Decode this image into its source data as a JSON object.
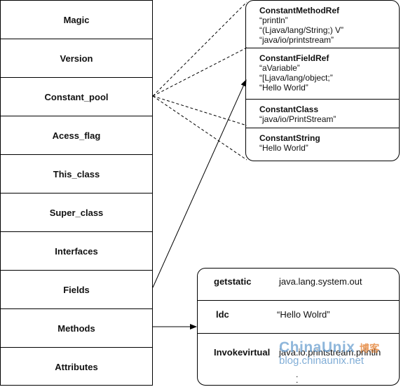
{
  "class_structure": [
    "Magic",
    "Version",
    "Constant_pool",
    "Acess_flag",
    "This_class",
    "Super_class",
    "Interfaces",
    "Fields",
    "Methods",
    "Attributes"
  ],
  "constant_pool": [
    {
      "kind": "ConstantMethodRef",
      "values": [
        "“println”",
        "“(Ljava/lang/String;) V”",
        "“java/io/printstream”"
      ]
    },
    {
      "kind": "ConstantFieldRef",
      "values": [
        "“aVariable”",
        "“[Ljava/lang/object;”",
        "“Hello World”"
      ]
    },
    {
      "kind": "ConstantClass",
      "values": [
        "“java/io/PrintStream”"
      ]
    },
    {
      "kind": "ConstantString",
      "values": [
        "“Hello World”"
      ]
    }
  ],
  "method_code": [
    {
      "op": "getstatic",
      "arg": "java.lang.system.out"
    },
    {
      "op": "ldc",
      "arg": "“Hello Wolrd”"
    },
    {
      "op": "Invokevirtual",
      "arg": "java.io.printstream.println"
    }
  ],
  "continuation": ".",
  "watermark": {
    "brand": "ChinaUnix",
    "brand_cn": "博客",
    "url": "blog.chinaunix.net"
  }
}
